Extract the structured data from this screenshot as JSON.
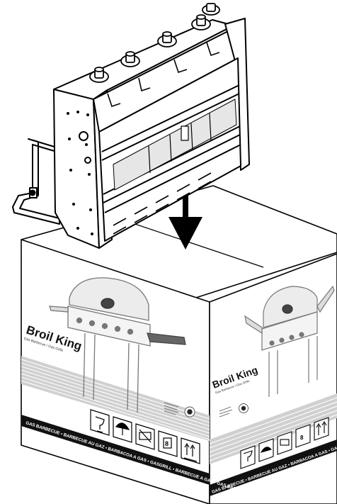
{
  "brand": {
    "name": "Broil King",
    "subtitle": "Gas Barbecue / Gas Grills"
  },
  "band_text": "GAS BARBECUE • BARBECUE AU GAZ • BARBACOA A GAS • GASGRILL • BARBECUE A GAS • GAS BARBECUE",
  "band_text_right": "GAS BARBECUE • BARBECUE AU GAZ • BARBACOA A GAS • GASGRILL",
  "handling_icons": [
    "fragile-icon",
    "keep-dry-icon",
    "do-not-roll-icon",
    "stack-limit-icon",
    "this-way-up-icon"
  ],
  "stack_limit": "8",
  "colors": {
    "line": "#000000",
    "band_dark": "#111111",
    "stripe": "#c8c8c8",
    "panel": "#ffffff",
    "grill": "#9a9a9a"
  }
}
